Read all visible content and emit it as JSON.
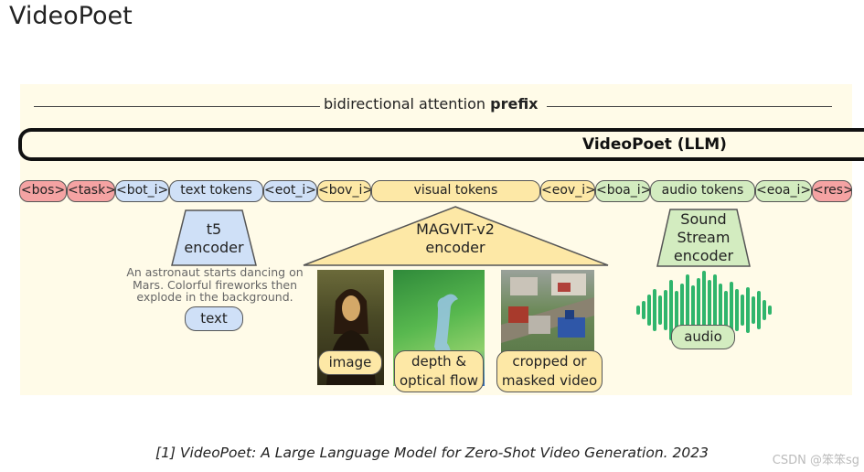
{
  "slide_title": "VideoPoet",
  "attention": {
    "text": "bidirectional attention ",
    "bold": "prefix"
  },
  "llm_label": "VideoPoet  (LLM)",
  "tokens": [
    {
      "label": "<bos>",
      "color": "#f5a3a3"
    },
    {
      "label": "<task>",
      "color": "#f5a3a3"
    },
    {
      "label": "<bot_i>",
      "color": "#cfe0f7"
    },
    {
      "label": "text tokens",
      "color": "#cfe0f7"
    },
    {
      "label": "<eot_i>",
      "color": "#cfe0f7"
    },
    {
      "label": "<bov_i>",
      "color": "#fde8a6"
    },
    {
      "label": "visual tokens",
      "color": "#fde8a6"
    },
    {
      "label": "<eov_i>",
      "color": "#fde8a6"
    },
    {
      "label": "<boa_i>",
      "color": "#d3ecc0"
    },
    {
      "label": "audio tokens",
      "color": "#d3ecc0"
    },
    {
      "label": "<eoa_i>",
      "color": "#d3ecc0"
    },
    {
      "label": "<res>",
      "color": "#f5a3a3"
    }
  ],
  "text_encoder": {
    "line1": "t5",
    "line2": "encoder"
  },
  "text_prompt": "An astronaut starts dancing on Mars. Colorful fireworks then explode in the background.",
  "text_pill": "text",
  "visual_encoder": {
    "line1": "MAGVIT-v2",
    "line2": "encoder"
  },
  "visual_inputs": [
    {
      "label": "image"
    },
    {
      "label_line1": "depth &",
      "label_line2": "optical flow"
    },
    {
      "label_line1": "cropped or",
      "label_line2": "masked video"
    }
  ],
  "audio_encoder": {
    "line1": "Sound",
    "line2": "Stream",
    "line3": "encoder"
  },
  "audio_pill": "audio",
  "citation": "[1] VideoPoet: A Large Language Model for Zero-Shot Video Generation. 2023",
  "watermark": "CSDN @笨笨sg",
  "colors": {
    "text": "#cfe0f7",
    "visual": "#fde8a6",
    "audio": "#d3ecc0",
    "special": "#f5a3a3",
    "waveform": "#2fb56c"
  }
}
